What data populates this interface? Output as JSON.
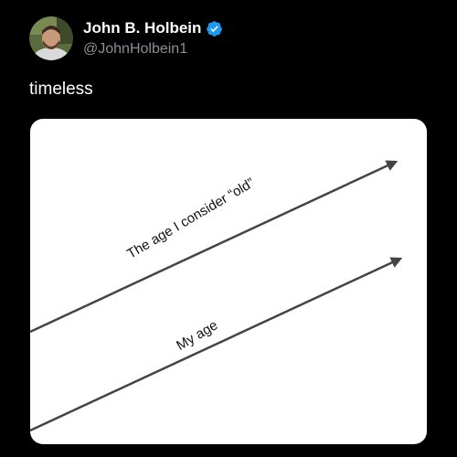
{
  "author": {
    "display_name": "John B. Holbein",
    "handle": "@JohnHolbein1",
    "verified": true,
    "avatar_icon": "profile-photo",
    "verified_icon": "verified-badge-icon",
    "verified_color": "#1d9bf0"
  },
  "tweet": {
    "text": "timeless"
  },
  "media": {
    "background": "#ffffff",
    "arrow_color": "#444444",
    "labels": {
      "upper_line": "The age I consider “old”",
      "lower_line": "My age"
    }
  }
}
